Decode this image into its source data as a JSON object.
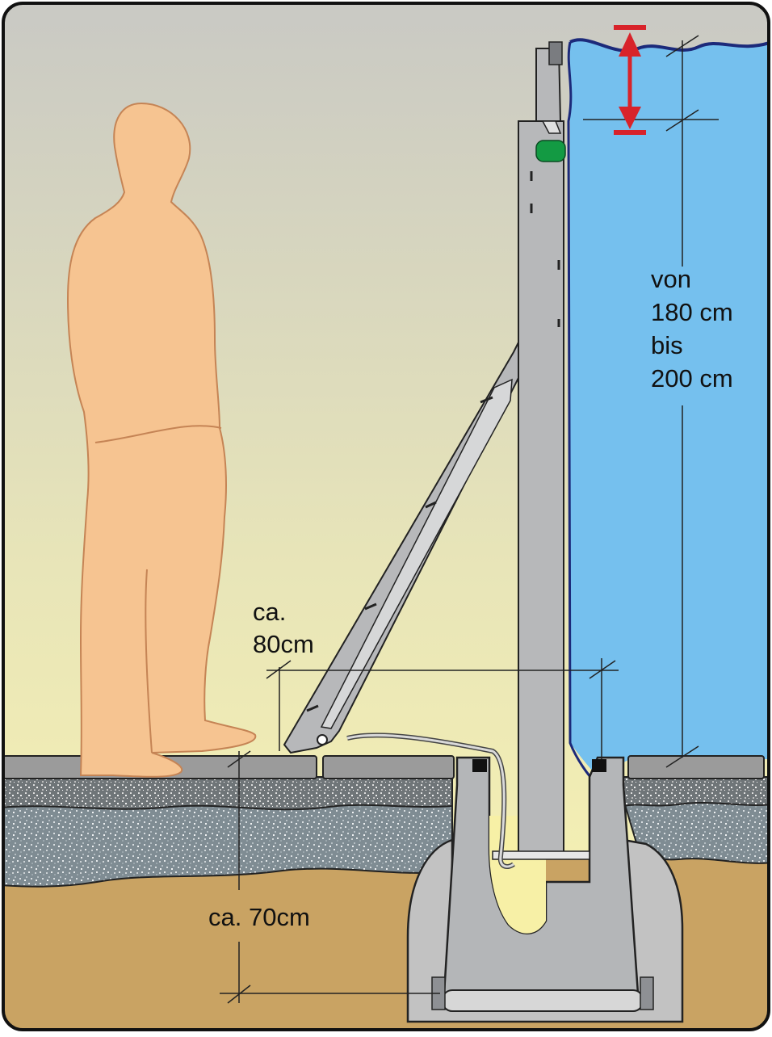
{
  "labels": {
    "height_line1": "von",
    "height_line2": "180 cm",
    "height_line3": "bis",
    "height_line4": "200 cm",
    "reach_line1": "ca.",
    "reach_line2": "80cm",
    "depth": "ca. 70cm"
  },
  "colors": {
    "sky_top": "#c9c9c4",
    "sky_bottom": "#f7f2b4",
    "flood_water": "#75c0ee",
    "water_outline": "#1c2a7a",
    "person": "#f6c491",
    "person_outline": "#c58455",
    "steel": "#b7b8ba",
    "concrete": "#c2c2c2",
    "soil": "#c9a363",
    "gravel": "#7f8c93",
    "arrow": "#d8232a",
    "handle": "#139a43"
  }
}
